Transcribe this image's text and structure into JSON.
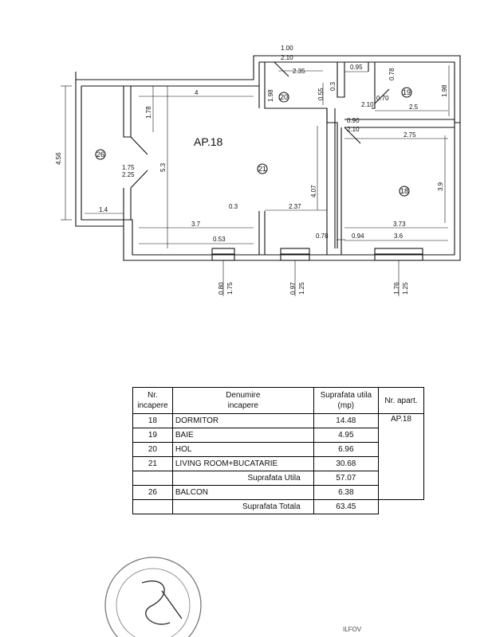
{
  "plan": {
    "title": "AP.18",
    "room_numbers": [
      "26",
      "21",
      "20",
      "19",
      "18"
    ],
    "dims": {
      "d_1_00": "1.00",
      "d_2_10_top": "2.10",
      "d_2_35": "2.35",
      "d_0_95": "0.95",
      "d_0_78_top": "0.78",
      "d_1_98_right": "1.98",
      "d_1_98_hall": "1.98",
      "d_0_55": "0.55",
      "d_0_3_hall": "0.3",
      "d_0_70": "0.70",
      "d_2_10_bath": "2.10",
      "d_2_5": "2.5",
      "d_0_90": "0.90",
      "d_2_10_bed": "2.10",
      "d_2_75": "2.75",
      "d_4": "4",
      "d_1_78": "1.78",
      "d_4_56": "4.56",
      "d_5_3": "5.3",
      "d_1_75_bal": "1.75",
      "d_2_25": "2.25",
      "d_4_07": "4.07",
      "d_3_9": "3.9",
      "d_1_4": "1.4",
      "d_0_3_liv": "0.3",
      "d_2_37": "2.37",
      "d_3_73": "3.73",
      "d_3_7": "3.7",
      "d_0_78_bot": "0.78",
      "d_0_94": "0.94",
      "d_3_6": "3.6",
      "d_0_53": "0.53",
      "w1a": "0.80",
      "w1b": "1.75",
      "w2a": "0.97",
      "w2b": "1.25",
      "w3a": "1.76",
      "w3b": "1.25"
    }
  },
  "table": {
    "headers": {
      "nr_line1": "Nr.",
      "nr_line2": "incapere",
      "den_line1": "Denumire",
      "den_line2": "incapere",
      "sup_line1": "Suprafata utila",
      "sup_line2": "(mp)",
      "ap": "Nr. apart."
    },
    "rows": [
      {
        "nr": "18",
        "name": "DORMITOR",
        "area": "14.48"
      },
      {
        "nr": "19",
        "name": "BAIE",
        "area": "4.95"
      },
      {
        "nr": "20",
        "name": "HOL",
        "area": "6.96"
      },
      {
        "nr": "21",
        "name": "LIVING ROOM+BUCATARIE",
        "area": "30.68"
      }
    ],
    "apartment": "AP.18",
    "subtotal_label": "Suprafata Utila",
    "subtotal_value": "57.07",
    "balcony": {
      "nr": "26",
      "name": "BALCON",
      "area": "6.38"
    },
    "total_label": "Suprafata Totala",
    "total_value": "63.45"
  },
  "footer": {
    "stamp_text": "ILFOV"
  }
}
